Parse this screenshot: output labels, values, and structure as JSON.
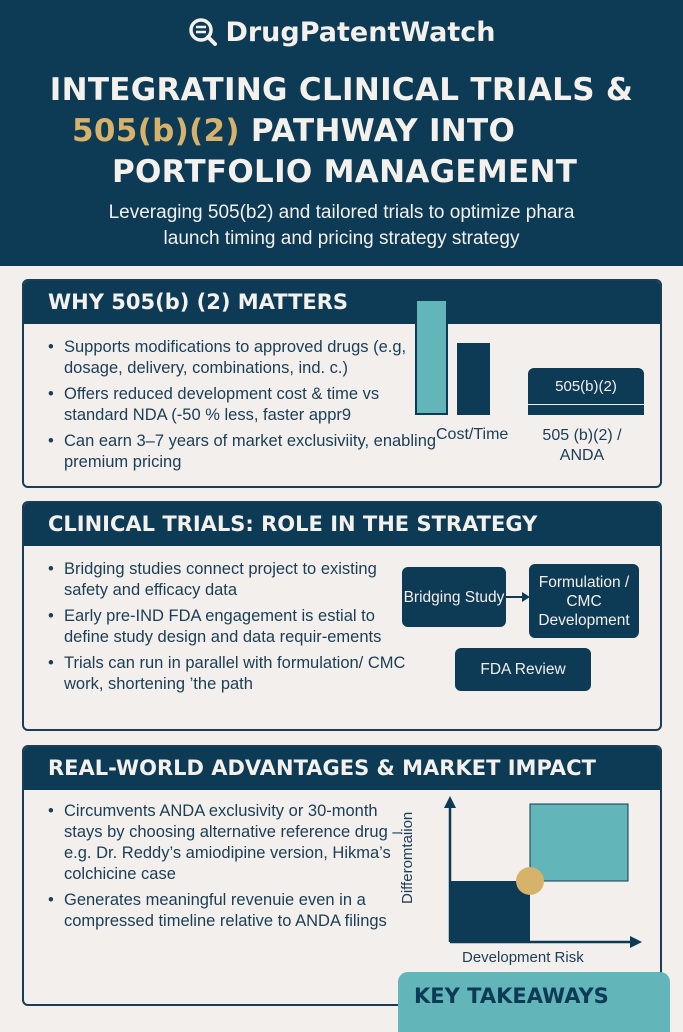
{
  "brand": {
    "name": "DrugPatentWatch",
    "icon": "magnifier-icon"
  },
  "title": {
    "line1": "INTEGRATING CLINICAL TRIALS &",
    "highlight": "505(b)(2)",
    "line2_rest": " PATHWAY INTO",
    "line3": "PORTFOLIO MANAGEMENT"
  },
  "subtitle": {
    "line1": "Leveraging 505(b2) and tailored trials to optimize phara",
    "line2": "launch timing and pricing strategy strategy"
  },
  "sections": [
    {
      "heading": "WHY 505(b) (2) MATTERS",
      "bullets": [
        "Supports modifications to approved drugs (e.g, dosage, delivery, combinations, ind. c.)",
        "Offers reduced development cost & time vs standard NDA (-50 % less, faster appr9",
        "Can earn 3–7 years of market exclusiviity, enabling premium pricing"
      ],
      "chart": {
        "bar_label": "505(b)(2)",
        "x_label_1": "Cost/Time",
        "x_label_2": "505 (b)(2) / ANDA"
      }
    },
    {
      "heading": "CLINICAL TRIALS: ROLE IN THE STRATEGY",
      "bullets": [
        "Bridging studies connect project to existing safety and efficacy data",
        "Early pre-IND FDA engagement is estial to define study design and data requir-ements",
        "Trials can run in parallel with formulation/ CMC work, shortening ’the path"
      ],
      "flow": [
        "Bridging Study",
        "Formulation / CMC Development",
        "FDA Review"
      ]
    },
    {
      "heading": "REAL-WORLD ADVANTAGES & MARKET IMPACT",
      "bullets": [
        "Circumvents ANDA exclusivity or 30-month stays by choosing alternative reference drug –e.g. Dr. Reddy’s amiodipine version, Hikma’s colchicine case",
        "Generates meaningful revenuie even in a compressed timeline relative to ANDA filings"
      ],
      "matrix": {
        "y_label": "Differomtaiion",
        "x_label": "Development Risk"
      }
    }
  ],
  "key_takeaways": {
    "heading": "KEY TAKEAWAYS"
  },
  "colors": {
    "navy": "#0d3a55",
    "teal": "#62b5b8",
    "gold": "#d7b26a",
    "bg": "#f2efec"
  }
}
